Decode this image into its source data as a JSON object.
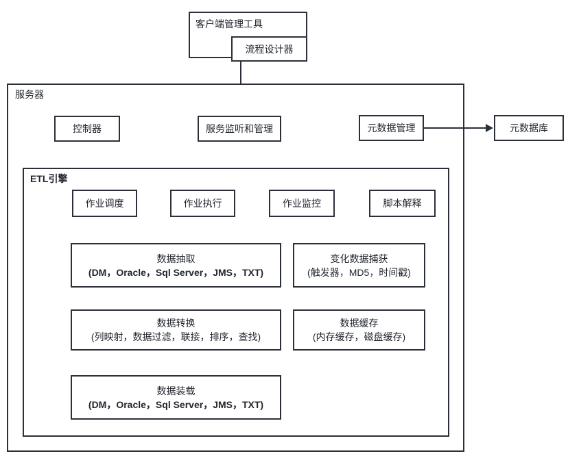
{
  "diagram": {
    "client": {
      "title": "客户端管理工具",
      "designer_label": "流程设计器"
    },
    "server": {
      "title": "服务器",
      "controller_label": "控制器",
      "monitor_label": "服务监听和管理",
      "metadata_mgmt_label": "元数据管理",
      "etl": {
        "title": "ETL引擎",
        "jobs": [
          {
            "label": "作业调度"
          },
          {
            "label": "作业执行"
          },
          {
            "label": "作业监控"
          },
          {
            "label": "脚本解释"
          }
        ],
        "modules": [
          {
            "title": "数据抽取",
            "detail": "(DM，Oracle，Sql Server，JMS，TXT)"
          },
          {
            "title": "变化数据捕获",
            "detail": "(触发器，MD5，时间戳)"
          },
          {
            "title": "数据转换",
            "detail": "(列映射，数据过滤，联接，排序，查找)"
          },
          {
            "title": "数据缓存",
            "detail": "(内存缓存，磁盘缓存)"
          },
          {
            "title": "数据装载",
            "detail": "(DM，Oracle，Sql Server，JMS，TXT)"
          }
        ]
      }
    },
    "metadata_db_label": "元数据库",
    "colors": {
      "line": "#2b2f38",
      "background": "#ffffff",
      "text": "#23262e"
    }
  }
}
